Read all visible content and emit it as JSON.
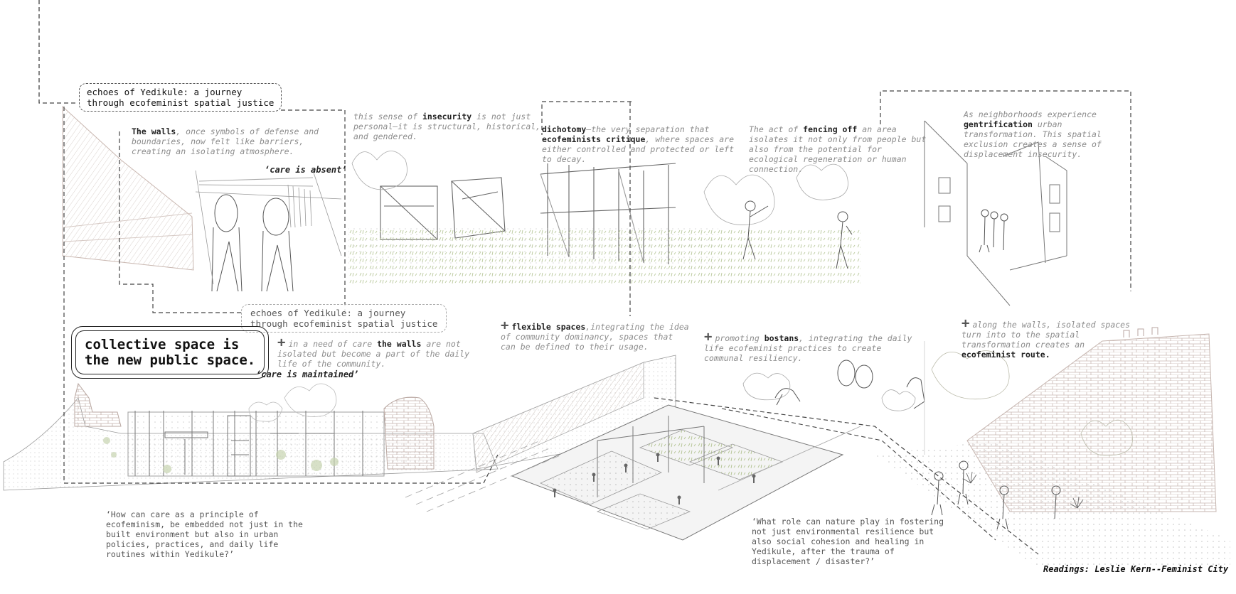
{
  "title_box": {
    "line1": "echoes of Yedikule: a journey",
    "line2": "through ecofeminist spatial justice"
  },
  "title_box_repeat": {
    "line1": "echoes of Yedikule: a journey",
    "line2": "through ecofeminist spatial justice"
  },
  "headline": {
    "line1": "collective space is",
    "line2": "the new public space."
  },
  "top_notes": {
    "walls": {
      "bold": "The walls",
      "text": ", once symbols of defense and boundaries, now felt like barriers, creating an isolating atmosphere."
    },
    "insecurity": {
      "pre": "this sense of ",
      "bold": "insecurity",
      "text": " is not just personal—it is structural, historical, and gendered."
    },
    "dichotomy": {
      "bold": "dichotomy",
      "mid": "—the very separation that ",
      "bold2": "ecofeminists critique",
      "text": ", where spaces are either controlled and protected or left to decay."
    },
    "fencing": {
      "pre": "The act of ",
      "bold": "fencing off",
      "text": " an area isolates it not only from people but also from the potential for ecological regeneration or human connection."
    },
    "gentrification": {
      "pre": "As neighborhoods experience ",
      "bold": "gentrification",
      "text": " urban transformation. This spatial exclusion creates a sense of displacement insecurity."
    }
  },
  "tags": {
    "care_absent": "‘care is absent’",
    "care_maintained": "‘care is maintained’"
  },
  "bottom_notes": {
    "walls_care": {
      "pre": "in a need of care ",
      "bold": "the walls",
      "text": " are not isolated but become a part of the daily life of the community."
    },
    "flexible": {
      "bold": "flexible spaces",
      "text": ",integrating the idea of community dominancy, spaces that can be defined to their usage."
    },
    "bostans": {
      "pre": "promoting ",
      "bold": "bostans",
      "text": ", integrating the daily life ecofeminist practices to create communal resiliency."
    },
    "route": {
      "pre": "along the walls, isolated spaces turn into to the spatial transformation creates an ",
      "bold": "ecofeminist route."
    }
  },
  "questions": {
    "q1": "‘How can care as a principle of ecofeminism, be embedded not just in the built environment but also in urban policies, practices, and daily life routines within Yedikule?’",
    "q2": "‘What role can nature play in fostering not just environmental resilience but also social cohesion and healing in Yedikule, after the trauma of displacement / disaster?’"
  },
  "credit": "Readings: Leslie Kern--Feminist City",
  "plus_symbol": "+",
  "colors": {
    "line": "#555555",
    "faint": "#9a9a9a",
    "sketch": "#b8a8a0",
    "green": "#a9b98a",
    "text_gray": "#8c8c8c"
  }
}
